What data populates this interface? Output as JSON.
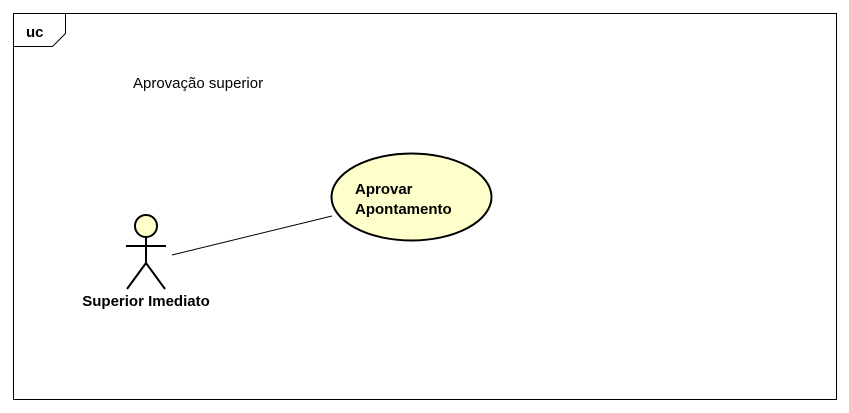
{
  "frame": {
    "tag": "uc"
  },
  "diagram": {
    "note": "Aprovação superior",
    "use_case": {
      "label_line1": "Aprovar",
      "label_line2": "Apontamento"
    },
    "actor": {
      "name": "Superior Imediato"
    }
  },
  "colors": {
    "use_case_fill": "#FFFFCC",
    "actor_head_fill": "#FFFFCC",
    "stroke": "#000000",
    "background": "#FFFFFF"
  }
}
